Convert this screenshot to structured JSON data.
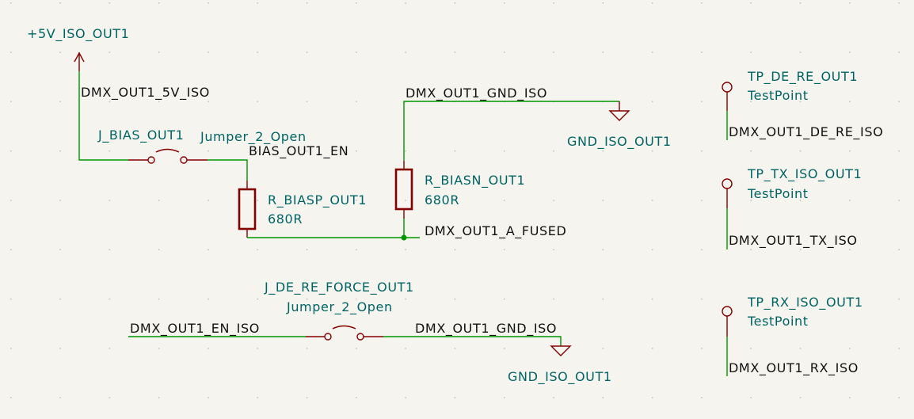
{
  "power": {
    "label": "+5V_ISO_OUT1"
  },
  "nets": {
    "v5": "DMX_OUT1_5V_ISO",
    "gnd_top": "DMX_OUT1_GND_ISO",
    "bias_en": "BIAS_OUT1_EN",
    "a_fused": "DMX_OUT1_A_FUSED",
    "en_iso": "DMX_OUT1_EN_ISO",
    "gnd_bottom": "DMX_OUT1_GND_ISO",
    "de_re": "DMX_OUT1_DE_RE_ISO",
    "tx": "DMX_OUT1_TX_ISO",
    "rx": "DMX_OUT1_RX_ISO"
  },
  "components": {
    "j_bias": {
      "ref": "J_BIAS_OUT1",
      "value": "Jumper_2_Open"
    },
    "r_biasp": {
      "ref": "R_BIASP_OUT1",
      "value": "680R"
    },
    "r_biasn": {
      "ref": "R_BIASN_OUT1",
      "value": "680R"
    },
    "j_de_re": {
      "ref": "J_DE_RE_FORCE_OUT1",
      "value": "Jumper_2_Open"
    },
    "tp_de_re": {
      "ref": "TP_DE_RE_OUT1",
      "value": "TestPoint"
    },
    "tp_tx": {
      "ref": "TP_TX_ISO_OUT1",
      "value": "TestPoint"
    },
    "tp_rx": {
      "ref": "TP_RX_ISO_OUT1",
      "value": "TestPoint"
    }
  },
  "gnd_symbols": {
    "top": "GND_ISO_OUT1",
    "bottom": "GND_ISO_OUT1"
  },
  "colors": {
    "background": "#f5f4ef",
    "wire": "#009600",
    "symbol": "#840000",
    "ref_text": "#006464",
    "net_text": "#111111"
  }
}
